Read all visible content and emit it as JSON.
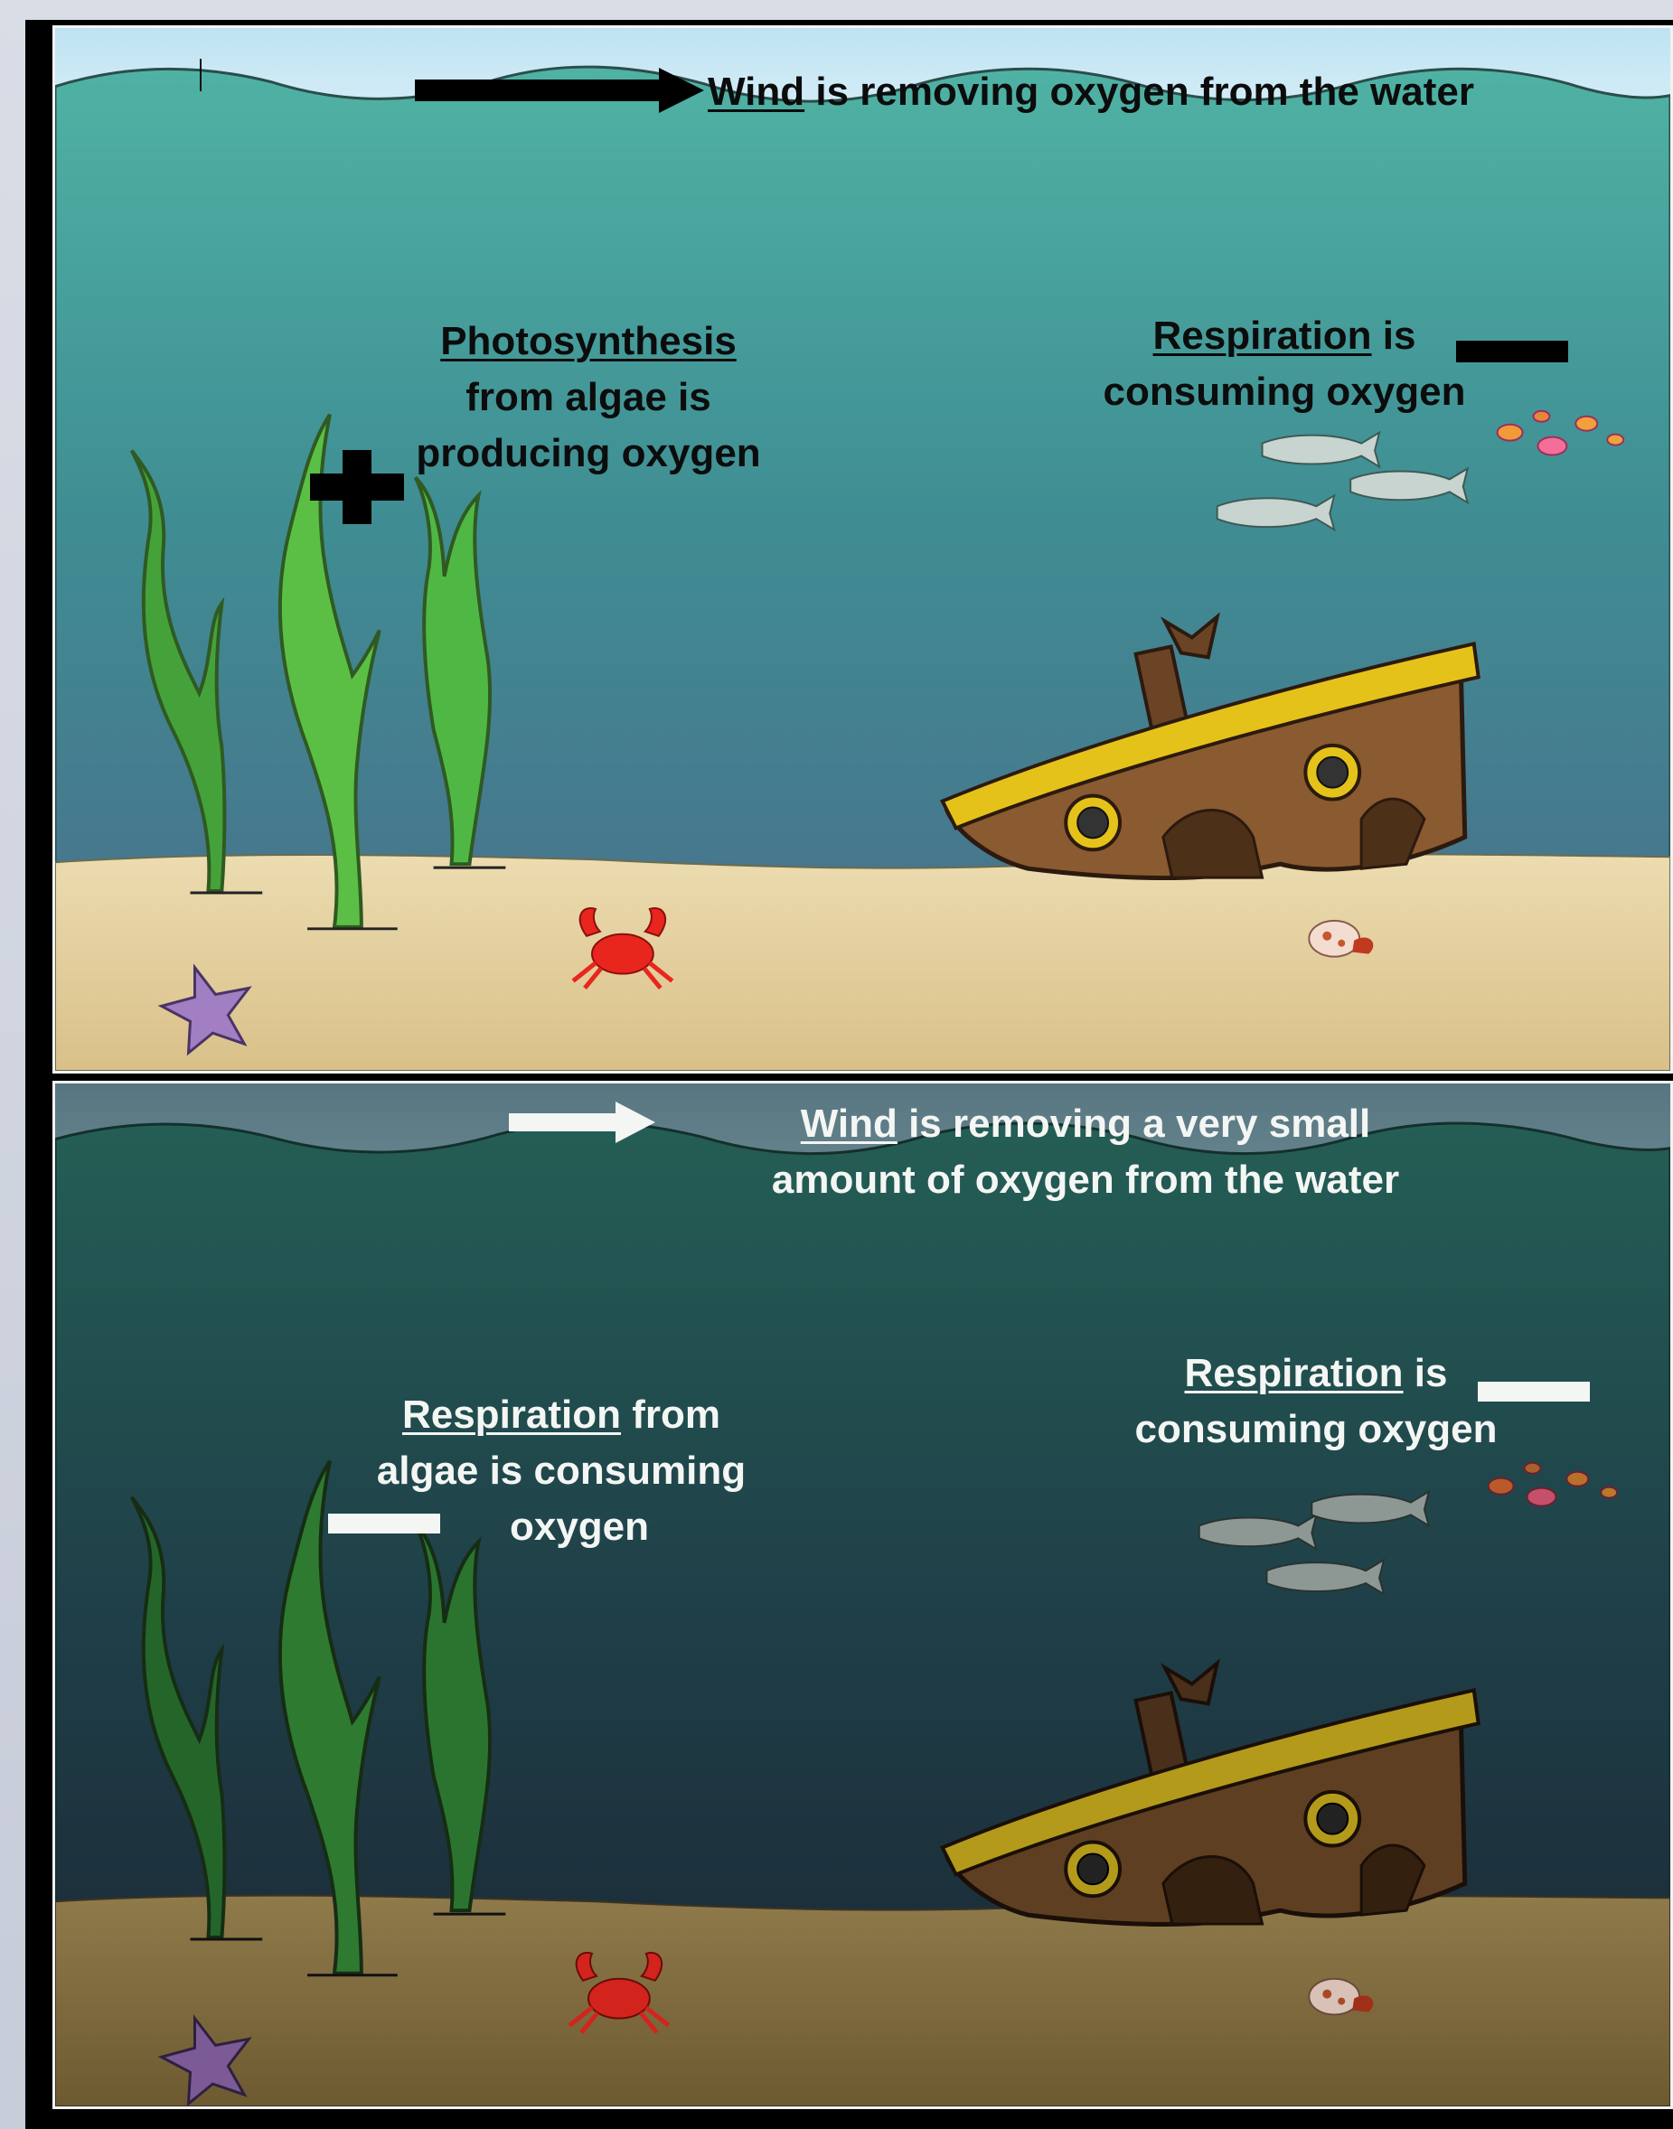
{
  "panels": [
    {
      "id": "oxygen-producing",
      "wind": {
        "keyword": "Wind",
        "rest": " is removing oxygen from the water"
      },
      "left": {
        "keyword": "Photosynthesis",
        "line1_rest": "",
        "line2": "from algae is",
        "line3": "producing oxygen",
        "sign": "plus"
      },
      "right": {
        "keyword": "Respiration",
        "line1_rest": " is",
        "line2": "consuming oxygen",
        "sign": "minus"
      },
      "colors": {
        "sky": "#cfe9f5",
        "water_top": "#4fb2a4",
        "water_bottom": "#4b6d8c",
        "sand": "#e6d2a2",
        "text": "#0c0c0c",
        "arrow": "#000000"
      }
    },
    {
      "id": "oxygen-consuming",
      "wind": {
        "keyword": "Wind",
        "line1_rest": " is removing a very small",
        "line2": "amount of oxygen from the water"
      },
      "left": {
        "keyword": "Respiration",
        "line1_rest": " from",
        "line2": "algae is consuming",
        "line3": "oxygen",
        "sign": "minus"
      },
      "right": {
        "keyword": "Respiration",
        "line1_rest": " is",
        "line2": "consuming oxygen",
        "sign": "minus"
      },
      "colors": {
        "sky": "#5e7f8a",
        "water_top": "#235e55",
        "water_bottom": "#1c2c3a",
        "sand": "#8a7445",
        "text": "#f4f6f4",
        "arrow": "#f4f6f4"
      }
    }
  ]
}
